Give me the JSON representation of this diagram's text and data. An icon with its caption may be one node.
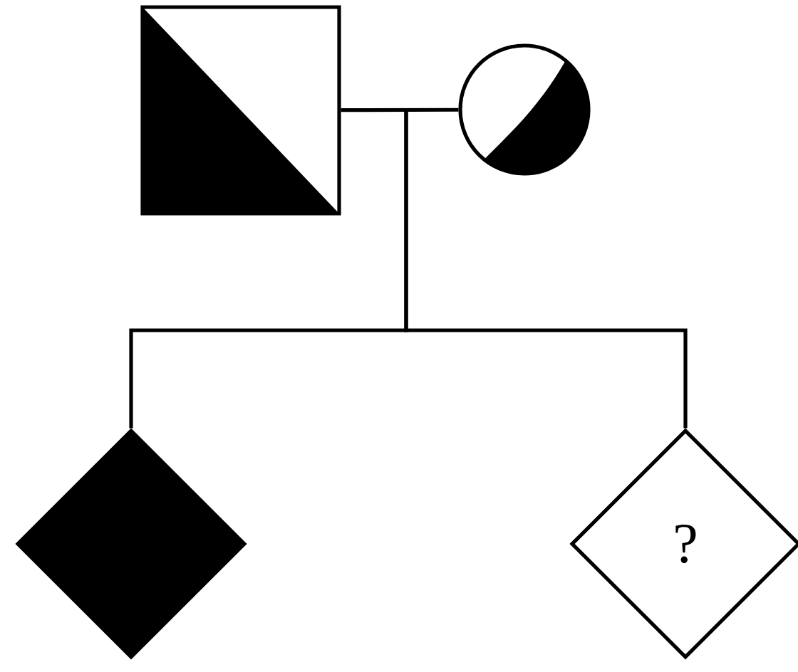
{
  "diagram": {
    "nodes": [
      {
        "text": [],
        "shape": "box"
      },
      {
        "text": [],
        "shape": "circle"
      },
      {
        "text": [],
        "shape": "diamond"
      },
      {
        "text": [
          "?"
        ]
      }
    ],
    "edges": [
      {
        "from": 0,
        "to": 1,
        "arrow": "none"
      },
      {
        "from": null,
        "to": 2,
        "arrow": "none"
      },
      {
        "from": null,
        "to": 3,
        "arrow": "none"
      }
    ]
  }
}
